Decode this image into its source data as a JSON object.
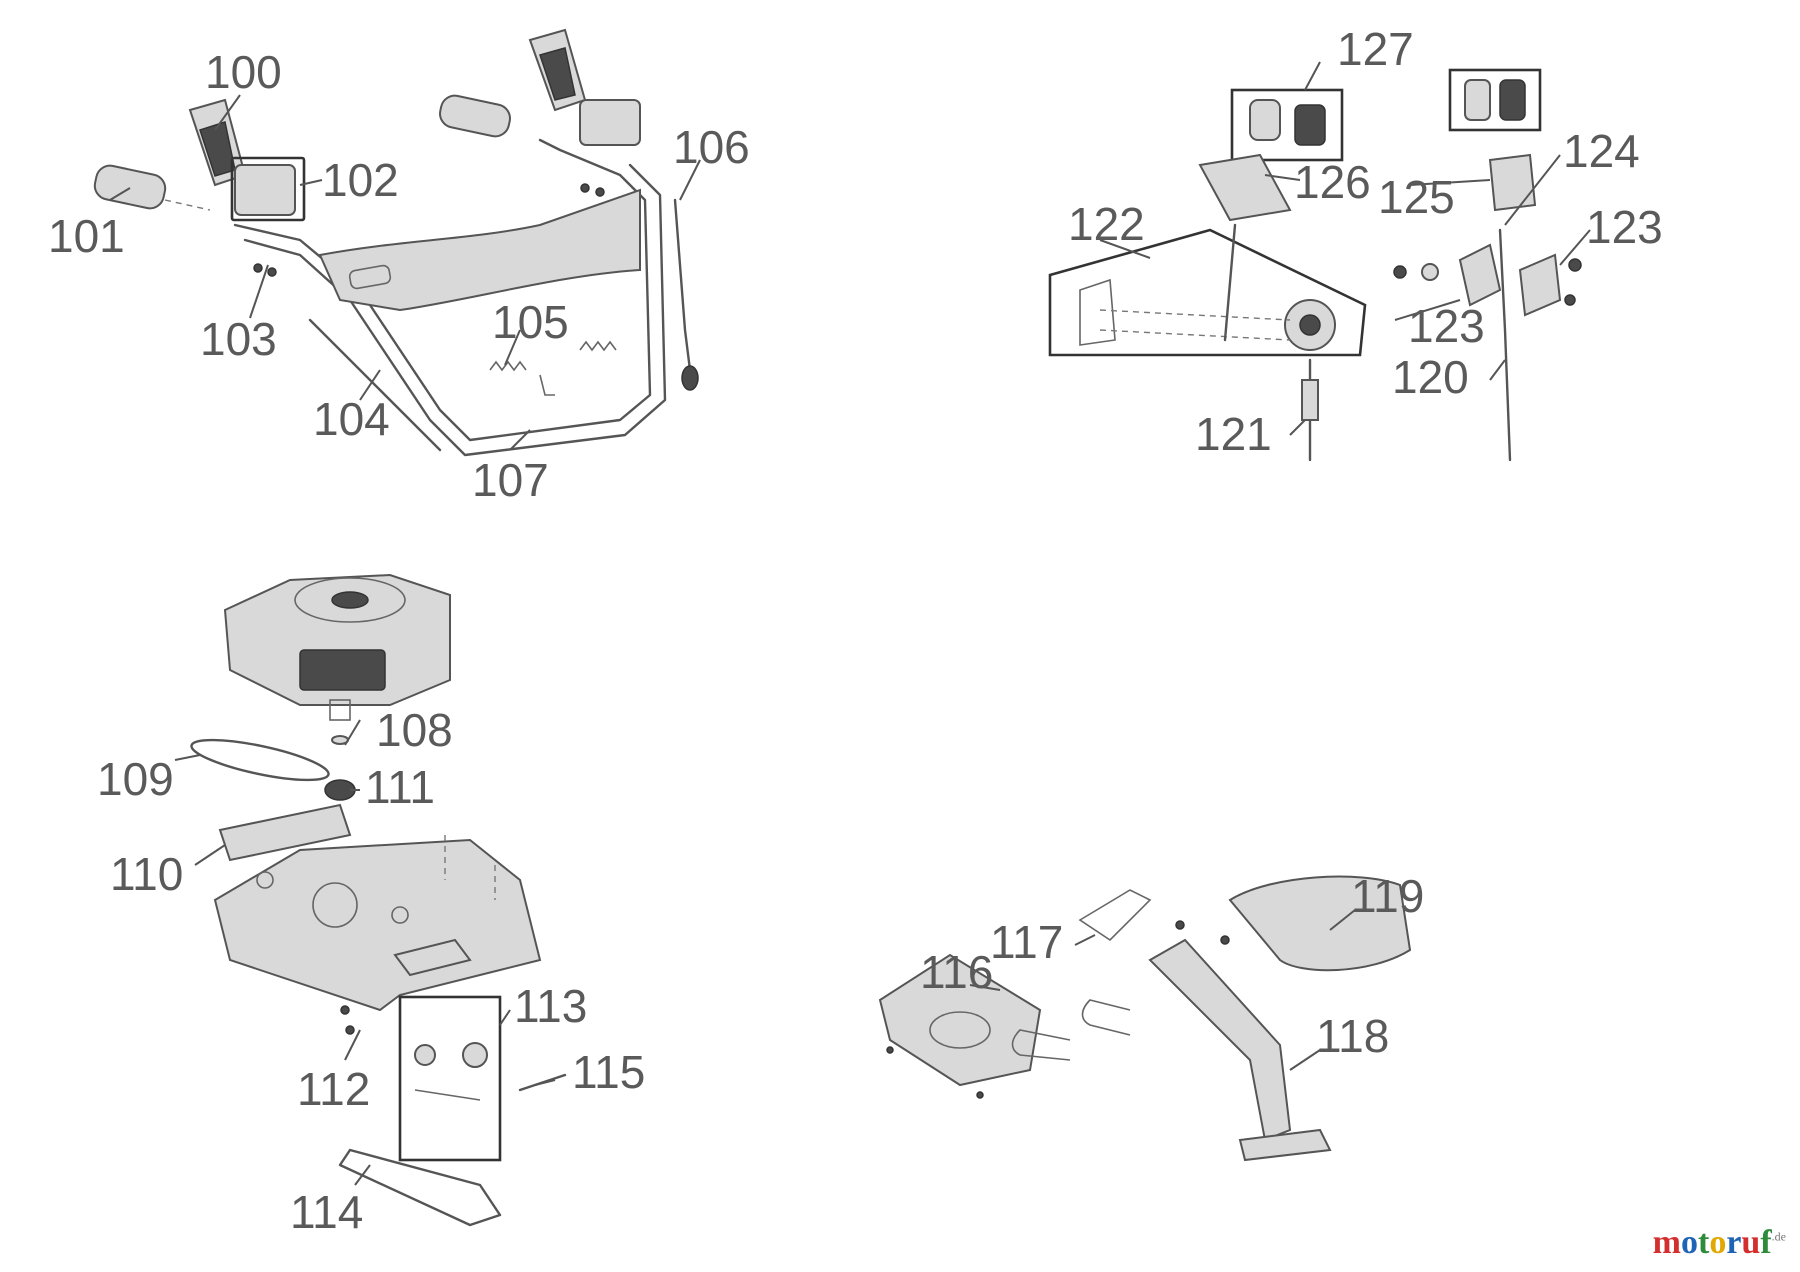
{
  "labels": {
    "p100": "100",
    "p101": "101",
    "p102": "102",
    "p103": "103",
    "p104": "104",
    "p105": "105",
    "p106": "106",
    "p107": "107",
    "p108": "108",
    "p109": "109",
    "p110": "110",
    "p111": "111",
    "p112": "112",
    "p113": "113",
    "p114": "114",
    "p115": "115",
    "p116": "116",
    "p117": "117",
    "p118": "118",
    "p119": "119",
    "p120": "120",
    "p121": "121",
    "p122": "122",
    "p123a": "123",
    "p123b": "123",
    "p124": "124",
    "p125": "125",
    "p126": "126",
    "p127": "127"
  },
  "brand": {
    "letters": [
      "m",
      "o",
      "t",
      "o",
      "r",
      "u",
      "f"
    ],
    "colors": [
      "#d32f2f",
      "#1e63b5",
      "#2e8b3a",
      "#e0a800",
      "#1e63b5",
      "#d32f2f",
      "#2e8b3a"
    ],
    "suffix": ".de"
  },
  "icons": {
    "handlebar": "handlebar-assembly-drawing",
    "engine": "engine-drawing",
    "deck": "mower-deck-drawing",
    "seat": "seat-bracket-drawing",
    "control": "control-lever-drawing"
  }
}
